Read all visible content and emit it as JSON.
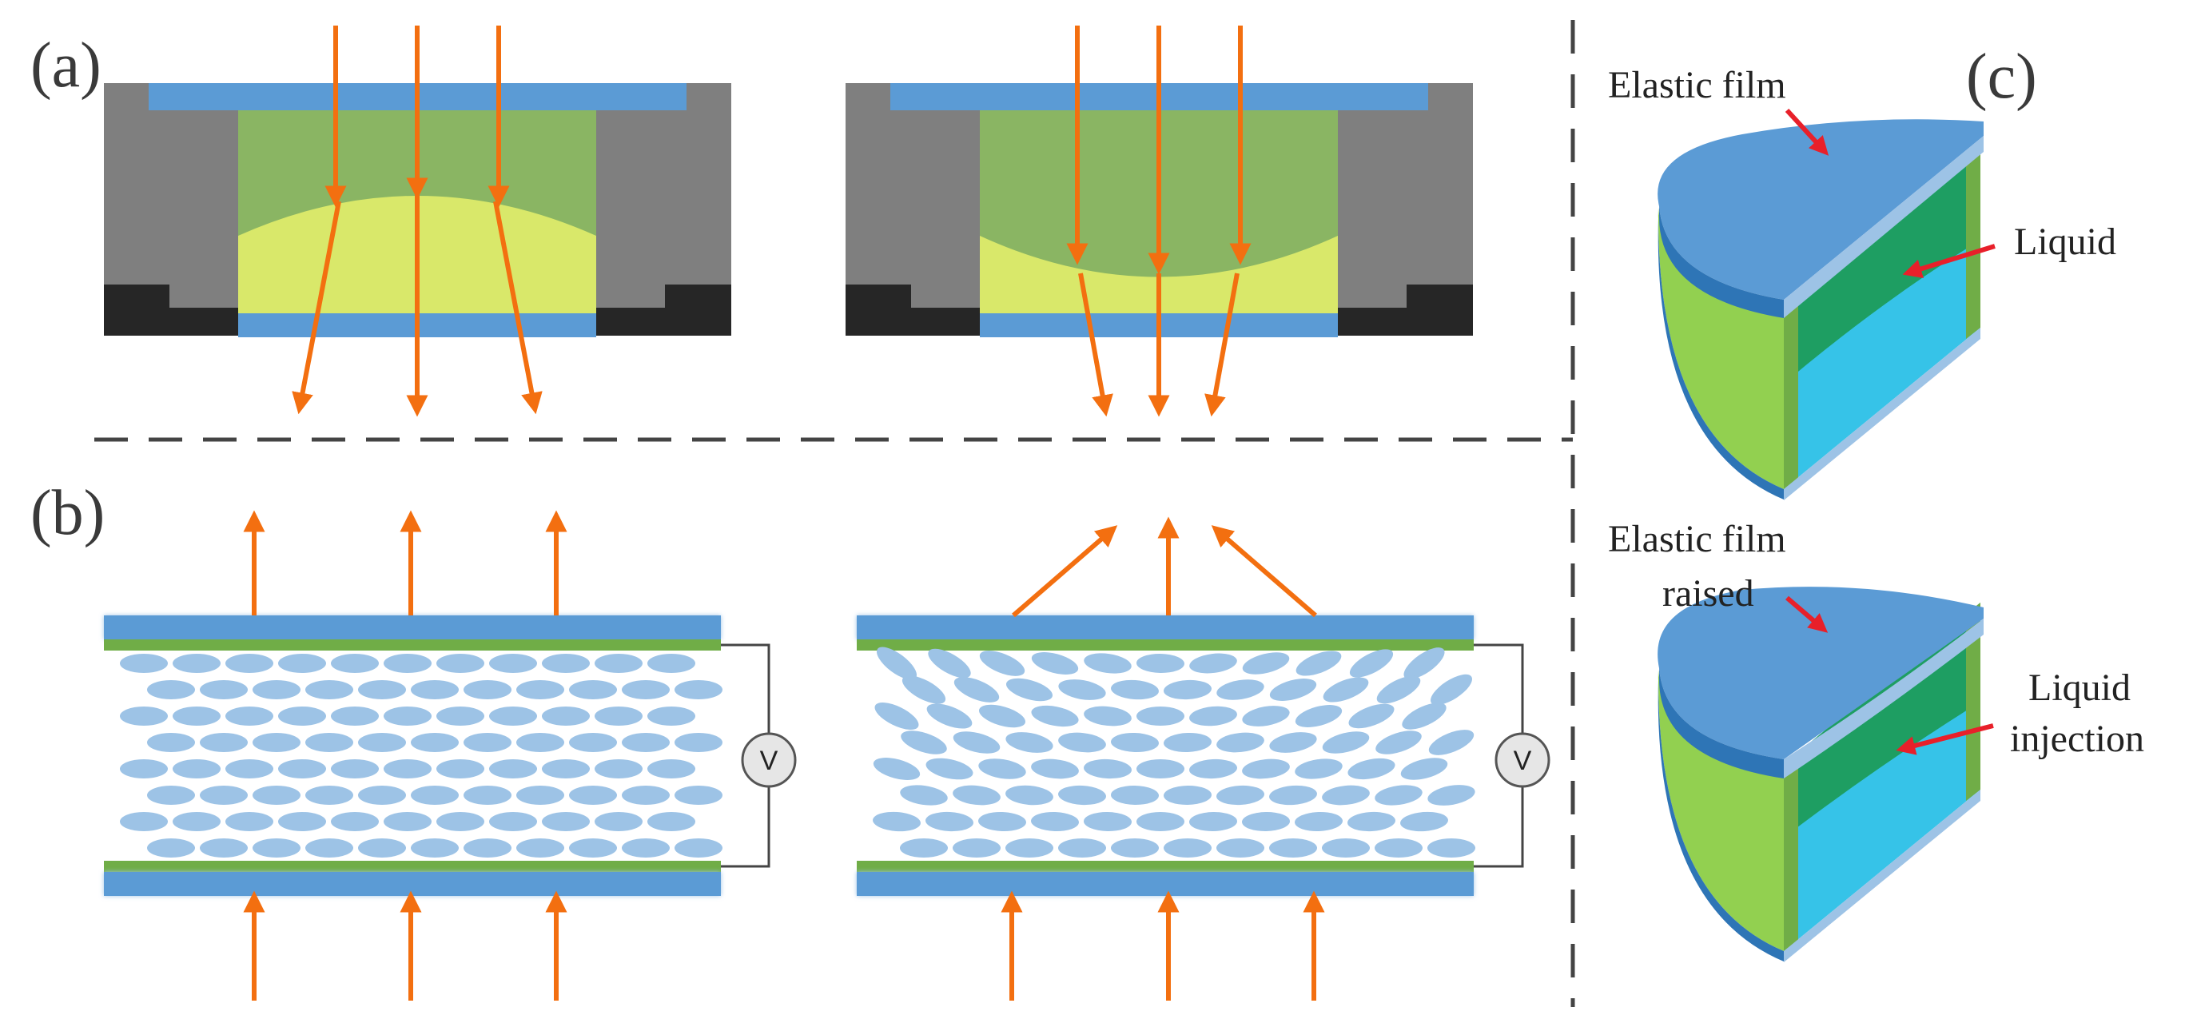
{
  "panels": {
    "a_label": "(a)",
    "b_label": "(b)",
    "c_label": "(c)"
  },
  "panel_c": {
    "top": {
      "film_label": "Elastic film",
      "liquid_label": "Liquid"
    },
    "bottom": {
      "film_label_line1": "Elastic film",
      "film_label_line2": "raised",
      "liquid_label_line1": "Liquid",
      "liquid_label_line2": "injection"
    }
  },
  "panel_b": {
    "voltmeter_symbol": "V"
  },
  "colors": {
    "housing_gray": "#7f7f7f",
    "base_black": "#262626",
    "window_blue": "#5b9bd5",
    "liquid_green": "#8ab563",
    "lens_yellow": "#d9e86a",
    "ray_orange": "#f36f10",
    "electrode_green": "#70ad47",
    "lc_molecule": "#9dc3e6",
    "pointer_red": "#e8202a",
    "divider": "#444444"
  }
}
